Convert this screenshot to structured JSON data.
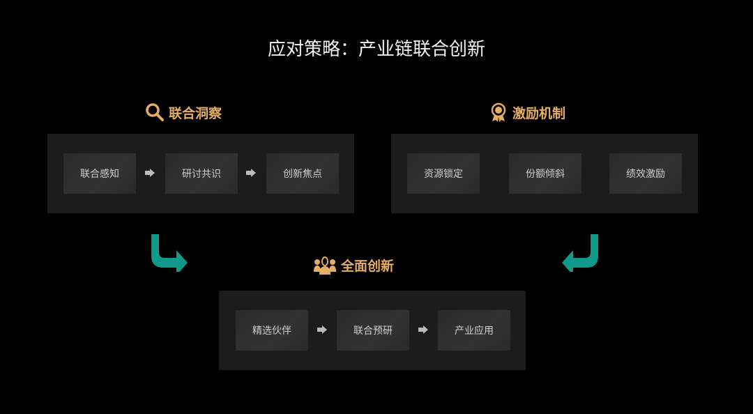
{
  "title": "应对策略：产业链联合创新",
  "colors": {
    "accent": "#e6ad64",
    "arrow": "#0f9a8c"
  },
  "sections": [
    {
      "heading": "联合洞察",
      "icon": "search-icon",
      "steps": [
        "联合感知",
        "研讨共识",
        "创新焦点"
      ]
    },
    {
      "heading": "激励机制",
      "icon": "award-medal-icon",
      "steps": [
        "资源锁定",
        "份额倾斜",
        "绩效激励"
      ]
    },
    {
      "heading": "全面创新",
      "icon": "team-icon",
      "steps": [
        "精选伙伴",
        "联合预研",
        "产业应用"
      ]
    }
  ]
}
